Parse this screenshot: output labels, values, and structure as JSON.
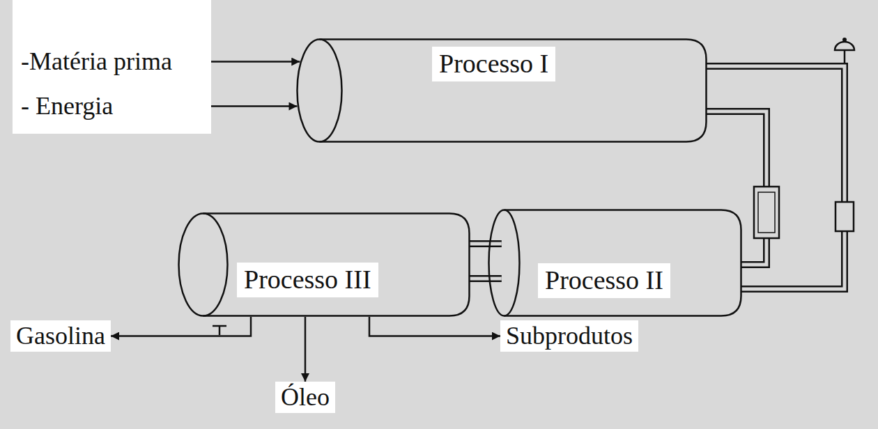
{
  "diagram": {
    "nodes": [
      {
        "text": [
          "-Matéria prima"
        ]
      },
      {
        "text": [
          "- Energia"
        ]
      },
      {
        "text": [
          "Processo I"
        ]
      },
      {
        "text": [
          "Processo III"
        ]
      },
      {
        "text": [
          "Processo II"
        ]
      },
      {
        "text": [
          "Gasolina"
        ]
      },
      {
        "text": [
          "Subprodutos"
        ]
      },
      {
        "text": [
          "Óleo"
        ]
      }
    ],
    "edges": [
      {
        "from": 0,
        "to": 2,
        "arrow": "to"
      },
      {
        "from": 1,
        "to": 2,
        "arrow": "to"
      },
      {
        "from": 2,
        "to": 4,
        "arrow": "none"
      },
      {
        "from": 2,
        "to": 4,
        "arrow": "none"
      },
      {
        "from": 4,
        "to": 3,
        "arrow": "none"
      },
      {
        "from": 4,
        "to": 3,
        "arrow": "none"
      },
      {
        "from": 3,
        "to": 5,
        "arrow": "to"
      },
      {
        "from": 3,
        "to": 7,
        "arrow": "to"
      },
      {
        "from": 3,
        "to": 6,
        "arrow": "to"
      }
    ]
  }
}
